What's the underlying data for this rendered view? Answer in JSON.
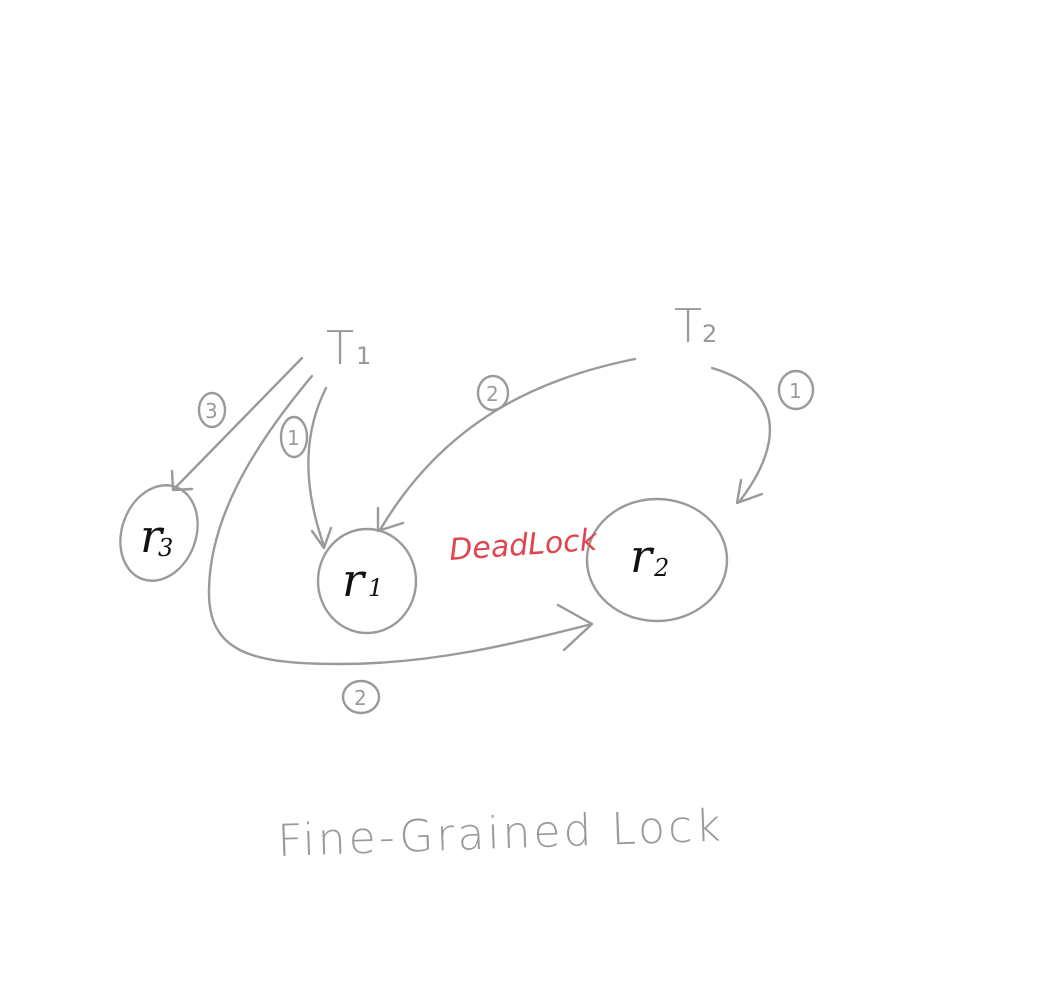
{
  "threads": [
    {
      "id": "t1",
      "main": "T",
      "sub": "1"
    },
    {
      "id": "t2",
      "main": "T",
      "sub": "2"
    }
  ],
  "resources": [
    {
      "id": "r1",
      "main": "r",
      "sub": "1"
    },
    {
      "id": "r2",
      "main": "r",
      "sub": "2"
    },
    {
      "id": "r3",
      "main": "r",
      "sub": "3"
    }
  ],
  "edges": [
    {
      "from": "T1",
      "to": "r1",
      "step": "1"
    },
    {
      "from": "T1",
      "to": "r2",
      "step": "2"
    },
    {
      "from": "T1",
      "to": "r3",
      "step": "3"
    },
    {
      "from": "T2",
      "to": "r2",
      "step": "1"
    },
    {
      "from": "T2",
      "to": "r1",
      "step": "2"
    }
  ],
  "annotation": "DeadLock",
  "caption": "Fine-Grained Lock",
  "colors": {
    "ink": "#9a9a9a",
    "resource_text": "#111111",
    "deadlock": "#e0454f"
  }
}
